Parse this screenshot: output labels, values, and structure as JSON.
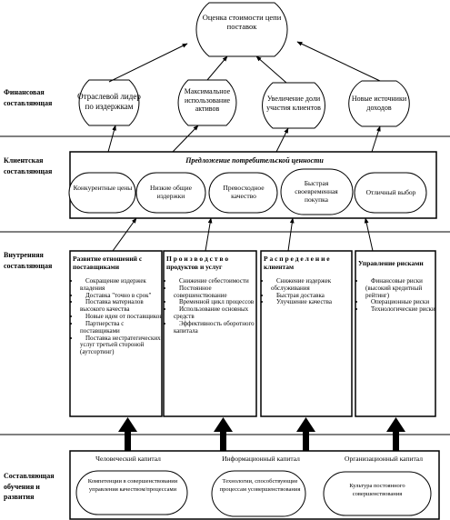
{
  "sections": {
    "financial": "Финансовая составляющая",
    "client": "Клиентская составляющая",
    "internal": "Внутренняя составляющая",
    "learning": "Составляющая обучения и развития"
  },
  "top_goal": "Оценка стоимости цепи поставок",
  "financial_goals": [
    "Отраслевой лидер по издержкам",
    "Максимальное использование активов",
    "Увеличение доли участия клиентов",
    "Новые источники доходов"
  ],
  "client": {
    "title": "Предложение потребительской ценности",
    "items": [
      "Конкурентные цены",
      "Низкие общие издержки",
      "Превосходное качество",
      "Быстрая своевременная покупка",
      "Отличный выбор"
    ]
  },
  "internal": [
    {
      "title": "Развитие отношений с поставщиками",
      "items": [
        "Сокращение издержек владения",
        "Доставка \"точно в срок\"",
        "Поставка материалов высокого качества",
        "Новые идеи от поставщиков",
        "Партнерства с поставщиками",
        "Поставка нестратегических услуг третьей стороной (аутсортинг)"
      ]
    },
    {
      "title": "П р о и з в о д с т в о продуктов и услуг",
      "items": [
        "Снижение себестоимости",
        "Постоянное совершенствование",
        "Временной цикл процессов",
        "Использование основных средств",
        "Эффективность оборотного капитала"
      ]
    },
    {
      "title": "Р а с п р е д е л е н и е клиентам",
      "items": [
        "Снижение издержек обслуживания",
        "Быстрая доставка",
        "Улучшение качества"
      ]
    },
    {
      "title": "Управление рисками",
      "items": [
        "Финансовые риски (высокий кредитный рейтинг)",
        "Операционные риски",
        "Технологические риски"
      ]
    }
  ],
  "capitals": [
    {
      "name": "Человеческий капитал",
      "detail": "Компетенции в совершенствовании управления качеством/процессами"
    },
    {
      "name": "Информационный капитал",
      "detail": "Технологии, способствующие процессам усовершенствования"
    },
    {
      "name": "Организационный капитал",
      "detail": "Культура постоянного совершенствования"
    }
  ]
}
